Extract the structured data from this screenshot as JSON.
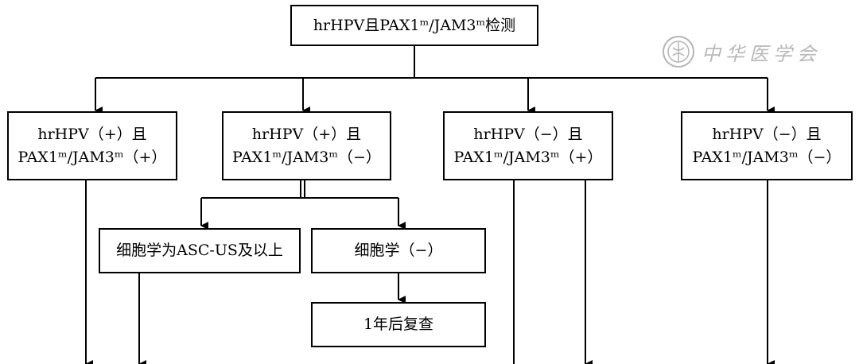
{
  "top": {
    "text": "hrHPV且PAX1ᵐ/JAM3ᵐ检测"
  },
  "watermark": {
    "text": "中华医学会"
  },
  "categories": [
    {
      "line1": "hrHPV（+）且",
      "line2": "PAX1ᵐ/JAM3ᵐ（+）"
    },
    {
      "line1": "hrHPV（+）且",
      "line2": "PAX1ᵐ/JAM3ᵐ（−）"
    },
    {
      "line1": "hrHPV（−）且",
      "line2": "PAX1ᵐ/JAM3ᵐ（+）"
    },
    {
      "line1": "hrHPV（−）且",
      "line2": "PAX1ᵐ/JAM3ᵐ（−）"
    }
  ],
  "cytology": {
    "positive": "细胞学为ASC-US及以上",
    "negative": "细胞学（−）",
    "followup": "1年后复查"
  }
}
